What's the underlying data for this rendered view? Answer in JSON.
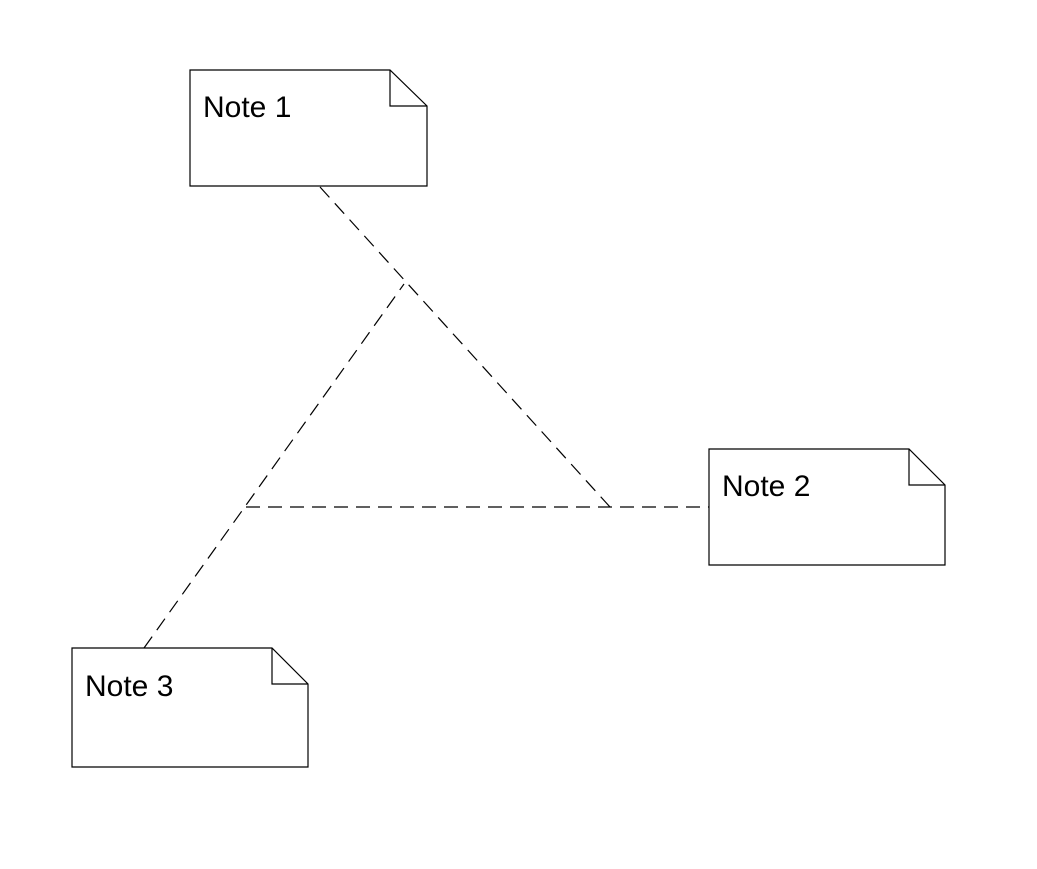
{
  "notes": [
    {
      "id": "note-1",
      "label": "Note 1"
    },
    {
      "id": "note-2",
      "label": "Note 2"
    },
    {
      "id": "note-3",
      "label": "Note 3"
    }
  ],
  "connectors": [
    {
      "from": "note-1",
      "to": "note-2",
      "style": "dashed"
    },
    {
      "from": "note-3",
      "to": "connector-1-2",
      "style": "dashed"
    },
    {
      "from": "note-2",
      "to": "connector-3",
      "style": "dashed"
    }
  ],
  "colors": {
    "stroke": "#000000",
    "background": "#ffffff"
  }
}
